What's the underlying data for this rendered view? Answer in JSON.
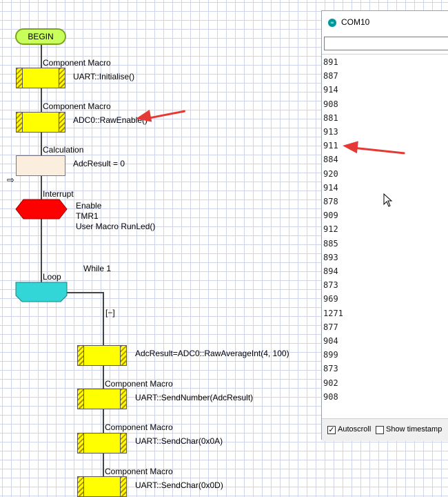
{
  "flowchart": {
    "begin_label": "BEGIN",
    "steps": [
      {
        "header": "Component Macro",
        "text": "UART::Initialise()"
      },
      {
        "header": "Component Macro",
        "text": "ADC0::RawEnable()"
      },
      {
        "header": "Calculation",
        "text": "AdcResult = 0"
      }
    ],
    "interrupt": {
      "header": "Interrupt",
      "lines": [
        "Enable",
        "TMR1",
        "User Macro RunLed()"
      ]
    },
    "loop": {
      "header": "Loop",
      "condition": "While 1",
      "collapse": "[−]"
    },
    "loop_steps": [
      {
        "header": "",
        "text": "AdcResult=ADC0::RawAverageInt(4, 100)"
      },
      {
        "header": "Component Macro",
        "text": "UART::SendNumber(AdcResult)"
      },
      {
        "header": "Component Macro",
        "text": "UART::SendChar(0x0A)"
      },
      {
        "header": "Component Macro",
        "text": "UART::SendChar(0x0D)"
      }
    ],
    "colors": {
      "macro": "#ffff00",
      "calc": "#fbeede",
      "interrupt": "#ff0000",
      "loop": "#33d6d6",
      "begin": "#c8ff5a"
    }
  },
  "serial_monitor": {
    "title": "COM10",
    "input_value": "",
    "lines": [
      "891",
      "887",
      "914",
      "908",
      "881",
      "913",
      "911",
      "884",
      "920",
      "914",
      "878",
      "909",
      "912",
      "885",
      "893",
      "894",
      "873",
      "969",
      "1271",
      "877",
      "904",
      "899",
      "873",
      "902",
      "908"
    ],
    "autoscroll_label": "Autoscroll",
    "autoscroll_checked": true,
    "timestamp_label": "Show timestamp",
    "timestamp_checked": false
  },
  "annotations": {
    "arrow_color": "#e53935"
  }
}
